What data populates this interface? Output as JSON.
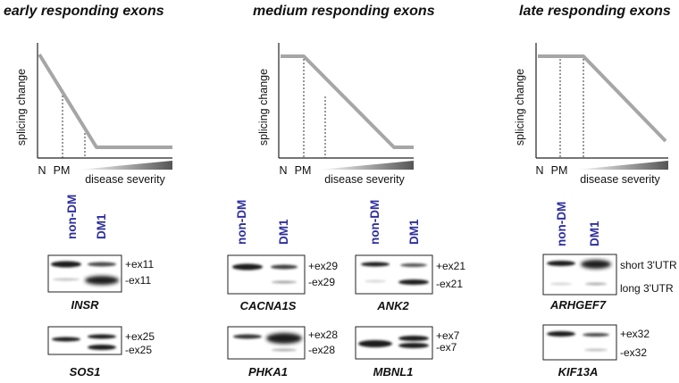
{
  "panels": [
    {
      "title": "early responding exons",
      "ylabel": "splicing change",
      "xlabel": "disease severity",
      "ticks": [
        "N",
        "PM"
      ],
      "line_color": "#a6a6a6",
      "gels": [
        {
          "gene": "INSR",
          "lanes": [
            "non-DM",
            "DM1"
          ],
          "bands": [
            "+ex11",
            "-ex11"
          ]
        },
        {
          "gene": "SOS1",
          "bands": [
            "+ex25",
            "-ex25"
          ]
        }
      ]
    },
    {
      "title": "medium responding exons",
      "ylabel": "splicing change",
      "xlabel": "disease severity",
      "ticks": [
        "N",
        "PM"
      ],
      "line_color": "#a6a6a6",
      "gels": [
        {
          "gene": "CACNA1S",
          "lanes": [
            "non-DM",
            "DM1"
          ],
          "bands": [
            "+ex29",
            "-ex29"
          ]
        },
        {
          "gene": "PHKA1",
          "bands": [
            "+ex28",
            "-ex28"
          ]
        },
        {
          "gene": "ANK2",
          "lanes": [
            "non-DM",
            "DM1"
          ],
          "bands": [
            "+ex21",
            "-ex21"
          ]
        },
        {
          "gene": "MBNL1",
          "bands": [
            "+ex7",
            "-ex7"
          ]
        }
      ]
    },
    {
      "title": "late responding exons",
      "ylabel": "splicing change",
      "xlabel": "disease severity",
      "ticks": [
        "N",
        "PM"
      ],
      "line_color": "#a6a6a6",
      "gels": [
        {
          "gene": "ARHGEF7",
          "lanes": [
            "non-DM",
            "DM1"
          ],
          "bands": [
            "short 3'UTR",
            "long 3'UTR"
          ]
        },
        {
          "gene": "KIF13A",
          "bands": [
            "+ex32",
            "-ex32"
          ]
        }
      ]
    }
  ]
}
